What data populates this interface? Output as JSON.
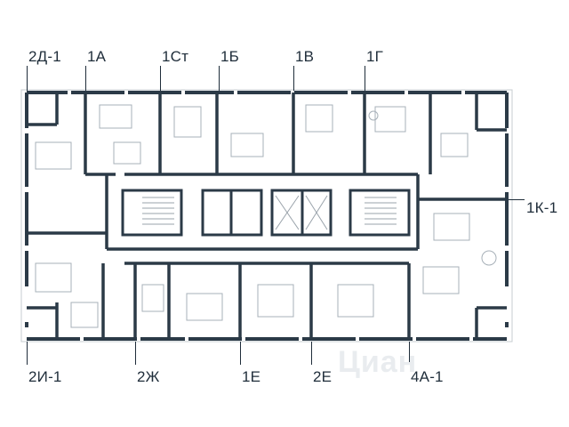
{
  "labels": {
    "top": [
      "2Д-1",
      "1А",
      "1Ст",
      "1Б",
      "1В",
      "1Г"
    ],
    "right": "1К-1",
    "bottom": [
      "2И-1",
      "2Ж",
      "1Е",
      "2Е",
      "4А-1"
    ]
  },
  "watermark": "Циан",
  "colors": {
    "wall": "#2b3a47",
    "thin": "#9aa3ab",
    "bg": "#ffffff"
  }
}
